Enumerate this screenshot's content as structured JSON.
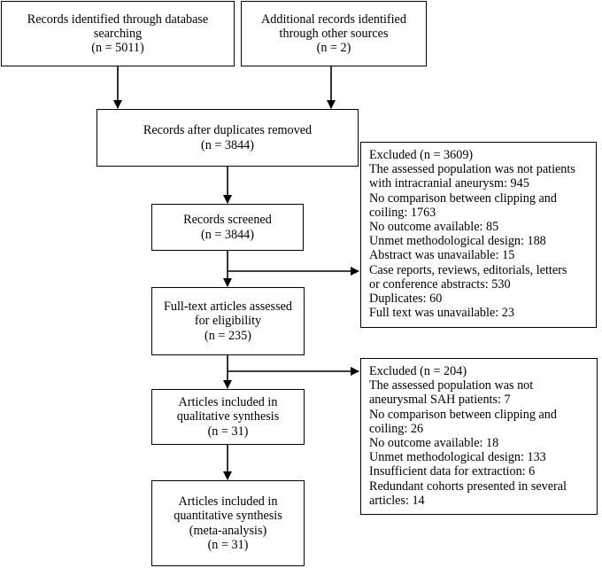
{
  "boxes": {
    "db_search": {
      "lines": [
        "Records identified through database",
        "searching",
        "(n = 5011)"
      ]
    },
    "other_sources": {
      "lines": [
        "Additional records identified",
        "through other sources",
        "(n = 2)"
      ]
    },
    "after_duplicates": {
      "lines": [
        "Records after duplicates removed",
        "(n = 3844)"
      ]
    },
    "screened": {
      "lines": [
        "Records screened",
        "(n = 3844)"
      ]
    },
    "fulltext": {
      "lines": [
        "Full-text articles assessed",
        "for eligibility",
        "(n = 235)"
      ]
    },
    "qualitative": {
      "lines": [
        "Articles included in",
        "qualitative synthesis",
        "(n = 31)"
      ]
    },
    "quantitative": {
      "lines": [
        "Articles included in",
        "quantitative synthesis",
        "(meta-analysis)",
        "(n = 31)"
      ]
    },
    "excluded_screen": {
      "lines": [
        "Excluded (n = 3609)",
        "The assessed population was not patients",
        "with intracranial aneurysm: 945",
        "No comparison between clipping and",
        "coiling: 1763",
        "No outcome available: 85",
        "Unmet methodological design: 188",
        "Abstract was unavailable: 15",
        "Case reports, reviews, editorials, letters",
        "or conference abstracts: 530",
        "Duplicates: 60",
        "Full text was unavailable: 23"
      ]
    },
    "excluded_fulltext": {
      "lines": [
        "Excluded (n = 204)",
        "The assessed population was not",
        "aneurysmal SAH patients: 7",
        "No comparison between clipping and",
        "coiling: 26",
        "No outcome available: 18",
        "Unmet methodological design: 133",
        "Insufficient data for extraction: 6",
        "Redundant cohorts presented in several",
        "articles: 14"
      ]
    }
  },
  "colors": {
    "stroke": "#000000",
    "background": "#ffffff"
  }
}
